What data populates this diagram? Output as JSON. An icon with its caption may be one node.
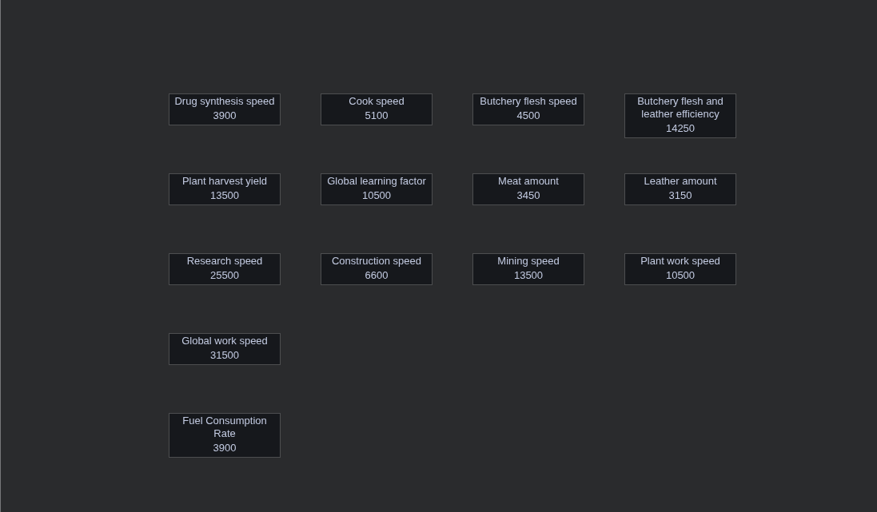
{
  "diagram": {
    "nodes": [
      {
        "text": [
          "Drug synthesis speed",
          "3900"
        ]
      },
      {
        "text": [
          "Cook speed",
          "5100"
        ]
      },
      {
        "text": [
          "Butchery flesh speed",
          "4500"
        ]
      },
      {
        "text": [
          "Butchery flesh and leather efficiency",
          "14250"
        ]
      },
      {
        "text": [
          "Plant harvest yield",
          "13500"
        ]
      },
      {
        "text": [
          "Global learning factor",
          "10500"
        ]
      },
      {
        "text": [
          "Meat amount",
          "3450"
        ]
      },
      {
        "text": [
          "Leather amount",
          "3150"
        ]
      },
      {
        "text": [
          "Research speed",
          "25500"
        ]
      },
      {
        "text": [
          "Construction speed",
          "6600"
        ]
      },
      {
        "text": [
          "Mining speed",
          "13500"
        ]
      },
      {
        "text": [
          "Plant work speed",
          "10500"
        ]
      },
      {
        "text": [
          "Global work speed",
          "31500"
        ]
      },
      {
        "text": [
          "Fuel Consumption Rate",
          "3900"
        ]
      }
    ]
  }
}
